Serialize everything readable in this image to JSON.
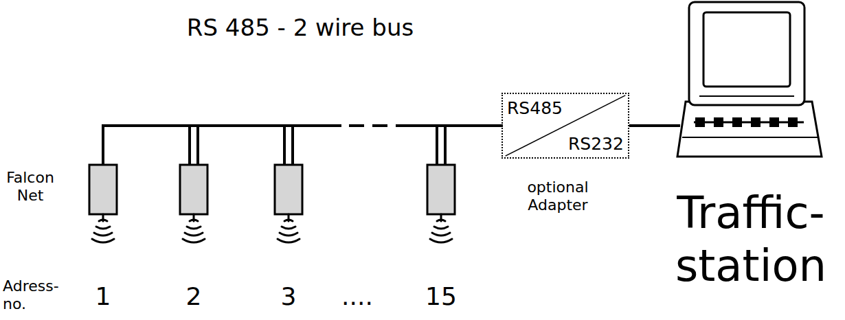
{
  "diagram": {
    "nodes": [
      {
        "text": [
          "RS485",
          "RS232"
        ]
      },
      {
        "text": [
          "Traffic- station"
        ]
      }
    ],
    "edges": [
      {
        "from": 0,
        "to": 1,
        "arrow": "none"
      }
    ],
    "labels": [
      "RS 485 - 2 wire bus",
      "Falcon Net",
      "Adress- no.",
      "1",
      "2",
      "3",
      "....",
      "15",
      "optional Adapter"
    ]
  }
}
